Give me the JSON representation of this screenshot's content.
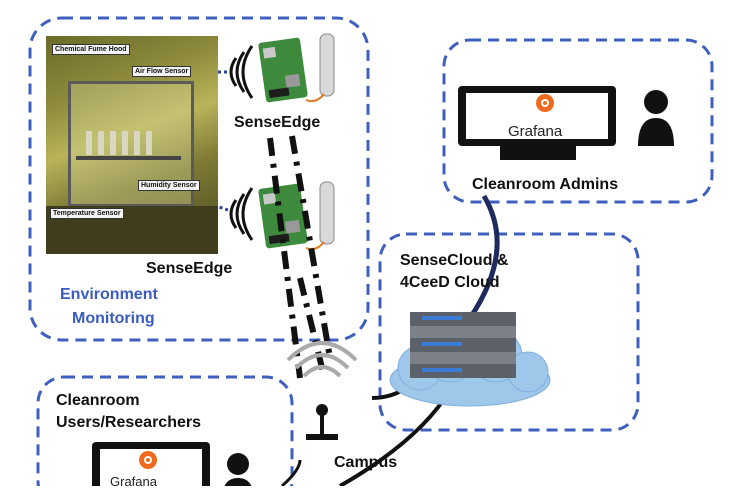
{
  "labels": {
    "chemical_fume_hood": "Chemical Fume Hood",
    "air_flow_sensor": "Air Flow Sensor",
    "humidity_sensor": "Humidity Sensor",
    "temperature_sensor": "Temperature Sensor",
    "senseedge_top": "SenseEdge",
    "senseedge_bottom": "SenseEdge",
    "environment_monitoring_line1": "Environment",
    "environment_monitoring_line2": "Monitoring",
    "grafana_admin": "Grafana",
    "grafana_users": "Grafana",
    "cleanroom_admins": "Cleanroom Admins",
    "sensecloud_line1": "SenseCloud &",
    "sensecloud_line2": "4CeeD Cloud",
    "cleanroom_users_line1": "Cleanroom",
    "cleanroom_users_line2": "Users/Researchers",
    "campus": "Campus"
  },
  "colors": {
    "dashed_border": "#3f5fbf",
    "label_blue": "#3a5bbf",
    "board_green": "#3d8a3d",
    "cloud_blue": "#9fc7ea",
    "grafana_orange": "#f06a1d",
    "link_dark_blue": "#1d2b5e"
  }
}
